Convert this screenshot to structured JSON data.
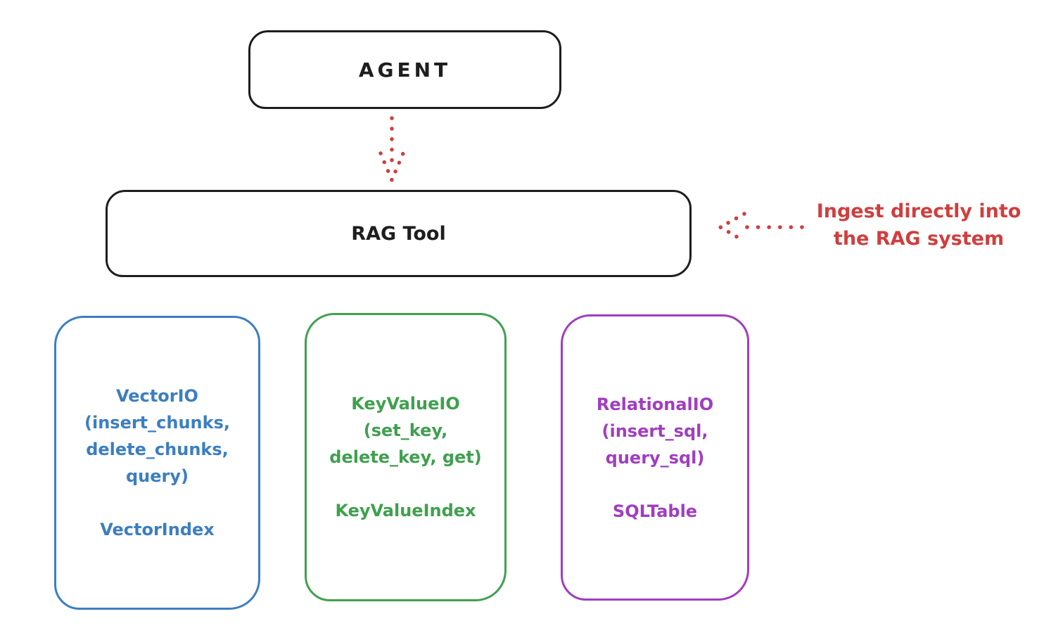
{
  "colors": {
    "ink": "#1e1e1e",
    "red": "#d03e3e",
    "blue": "#3b7ec2",
    "green": "#3fa04e",
    "purple": "#a13cc1"
  },
  "agent": {
    "label": "AGENT"
  },
  "rag_tool": {
    "label": "RAG Tool"
  },
  "ingest_note": {
    "line1": "Ingest directly into",
    "line2": "the RAG system"
  },
  "arrows": {
    "agent_to_rag": "dotted-down-arrow",
    "ingest_to_rag": "dotted-left-arrow"
  },
  "io_boxes": {
    "vector": {
      "title": "VectorIO",
      "params1": "(insert_chunks,",
      "params2": "delete_chunks,",
      "params3": "query)",
      "index": "VectorIndex"
    },
    "keyvalue": {
      "title": "KeyValueIO",
      "params1": "(set_key,",
      "params2": "delete_key, get)",
      "index": "KeyValueIndex"
    },
    "relational": {
      "title": "RelationalIO",
      "params1": "(insert_sql,",
      "params2": "query_sql)",
      "index": "SQLTable"
    }
  }
}
